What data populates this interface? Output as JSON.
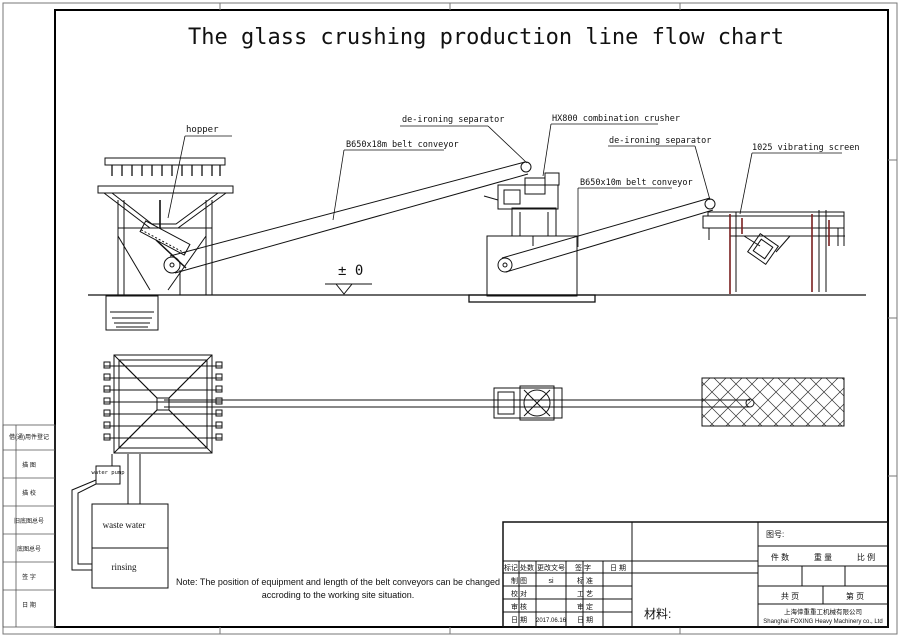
{
  "title": "The glass crushing production line flow chart",
  "labels": {
    "hopper": "hopper",
    "conveyor_1": "B650x18m belt conveyor",
    "deiron_1": "de-ironing separator",
    "crusher": "HX800 combination crusher",
    "deiron_2": "de-ironing separator",
    "conveyor_2": "B650x10m belt conveyor",
    "screen": "1025 vibrating screen",
    "ground_level": "± 0",
    "water_pump": "water pump",
    "waste_water": "waste water",
    "rinsing": "rinsing"
  },
  "note": {
    "line1": "Note: The position of equipment and length of the belt conveyors can be changed",
    "line2": "accroding to the working site situation."
  },
  "side_block": [
    "借(通)用件登记",
    "描 图",
    "描 校",
    "旧底图总号",
    "底图总号",
    "签 字",
    "日 期"
  ],
  "title_block": {
    "revision_headers": [
      "标记",
      "处数",
      "更改文号",
      "签 字",
      "日 期"
    ],
    "rows": [
      {
        "a": "制 图",
        "b": "si",
        "c": "标 准"
      },
      {
        "a": "校 对",
        "b": "",
        "c": "工 艺"
      },
      {
        "a": "审 核",
        "b": "",
        "c": "审 定"
      },
      {
        "a": "日 期",
        "b": "2017.06.16",
        "c": "日 期"
      }
    ],
    "material_label": "材料:",
    "drawing_no_label": "图号:",
    "attr_headers": [
      "件 数",
      "重 量",
      "比 例"
    ],
    "sheet_labels": [
      "共 页",
      "第 页"
    ],
    "company_cn": "上海倖重重工机械有限公司",
    "company_en": "Shanghai FOXING Heavy Machinery co., Ltd"
  },
  "colors": {
    "line": "#111111",
    "frame": "#000000",
    "accent": "#7a1f1f"
  }
}
